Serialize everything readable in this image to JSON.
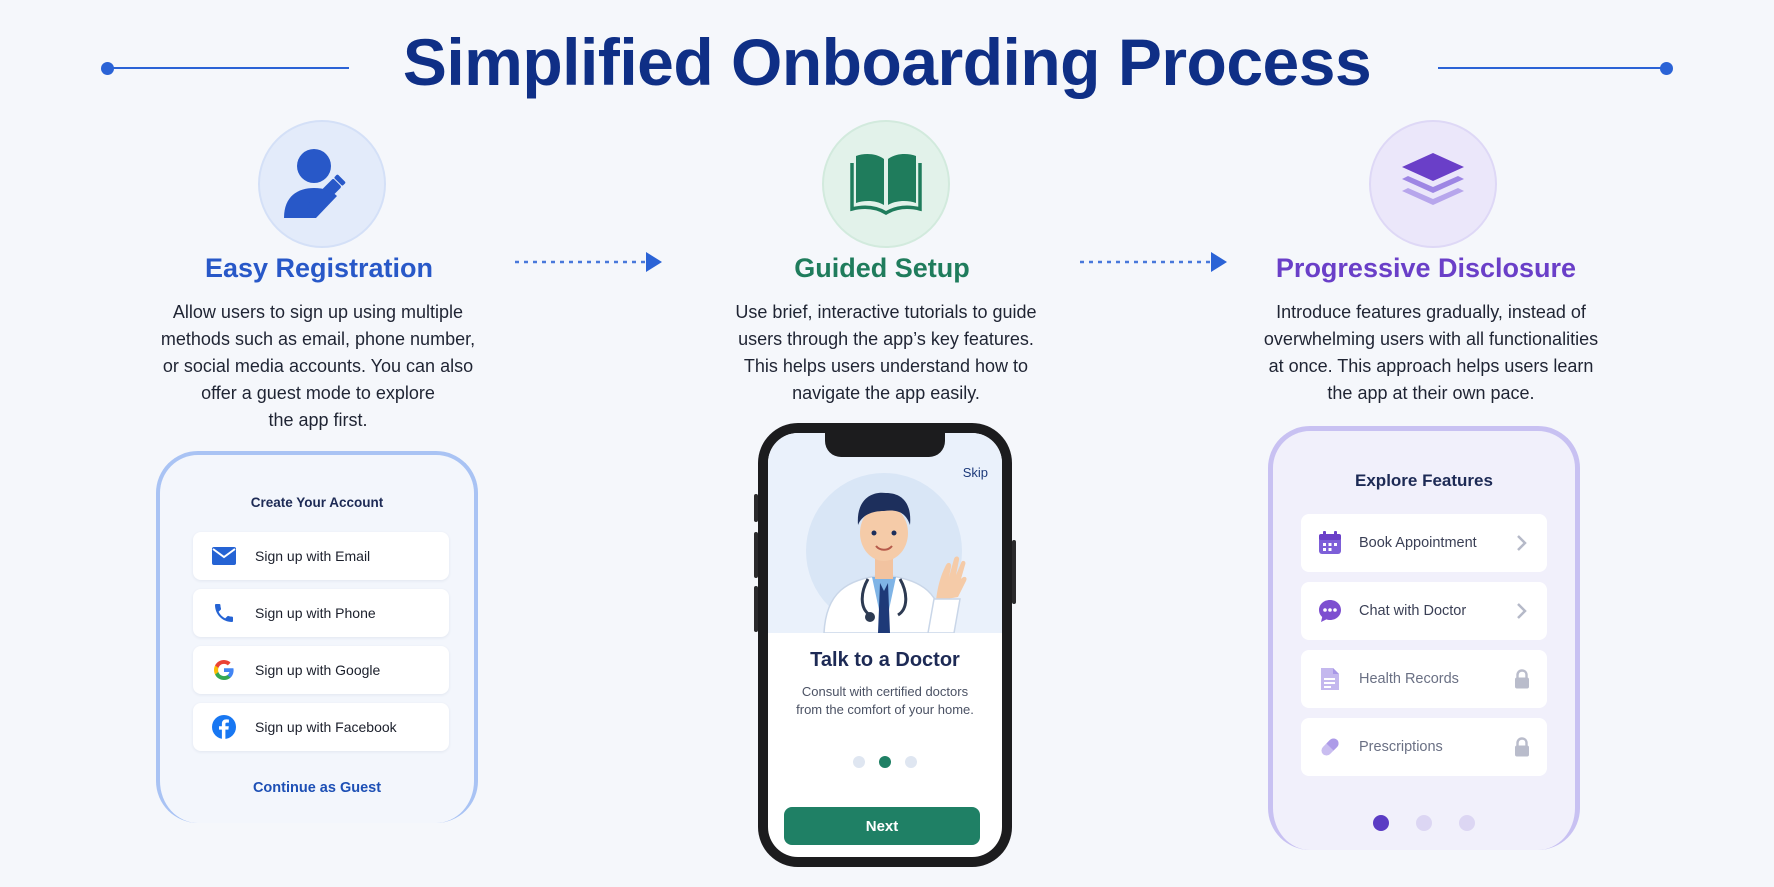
{
  "header": {
    "title": "Simplified Onboarding Process"
  },
  "colors": {
    "title": "#0f2f86",
    "registration": "#2858c8",
    "guided": "#1f7c5c",
    "progressive": "#6a3fc8",
    "next_button": "#1f8065"
  },
  "columns": [
    {
      "title": "Easy Registration",
      "icon": "user-edit-icon",
      "description": [
        "Allow users to sign up using multiple",
        "methods such as email, phone number,",
        "or social media accounts. You can also",
        "offer a guest mode to explore",
        "the app first."
      ]
    },
    {
      "title": "Guided Setup",
      "icon": "open-book-icon",
      "description": [
        "Use brief, interactive tutorials to guide",
        "users through the app’s key features.",
        "This helps users understand how to",
        "navigate the app easily."
      ]
    },
    {
      "title": "Progressive Disclosure",
      "icon": "layers-icon",
      "description": [
        "Introduce features gradually, instead of",
        "overwhelming users with all functionalities",
        "at once. This approach helps users learn",
        "the app at their own pace."
      ]
    }
  ],
  "registration_phone": {
    "heading": "Create Your Account",
    "buttons": [
      {
        "label": "Sign up with Email",
        "icon": "mail-icon"
      },
      {
        "label": "Sign up with Phone",
        "icon": "phone-icon"
      },
      {
        "label": "Sign up with Google",
        "icon": "google-icon"
      },
      {
        "label": "Sign up with Facebook",
        "icon": "facebook-icon"
      }
    ],
    "guest_link": "Continue as Guest"
  },
  "tutorial_phone": {
    "skip": "Skip",
    "title": "Talk to a Doctor",
    "subtitle_line1": "Consult with certified doctors",
    "subtitle_line2": "from the comfort of your home.",
    "page_count": 3,
    "active_page": 2,
    "next_label": "Next"
  },
  "features_phone": {
    "heading": "Explore Features",
    "items": [
      {
        "label": "Book Appointment",
        "icon": "calendar-icon",
        "state": "unlocked"
      },
      {
        "label": "Chat with Doctor",
        "icon": "chat-bubble-icon",
        "state": "unlocked"
      },
      {
        "label": "Health Records",
        "icon": "document-icon",
        "state": "locked"
      },
      {
        "label": "Prescriptions",
        "icon": "pill-icon",
        "state": "locked"
      }
    ],
    "page_count": 3,
    "active_page": 1
  }
}
